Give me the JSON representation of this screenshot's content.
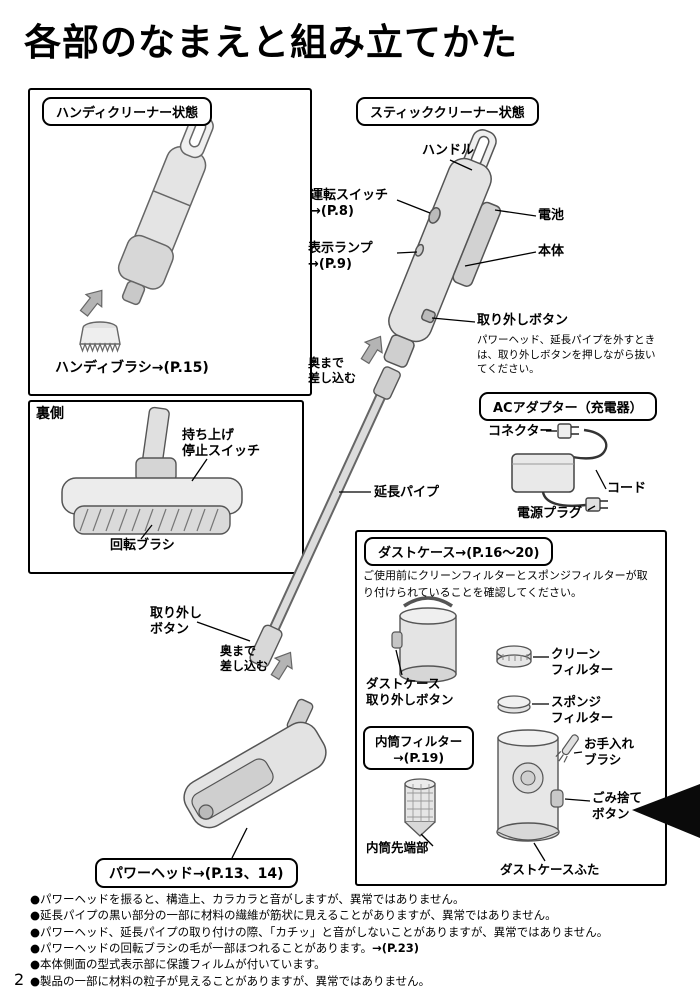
{
  "page": {
    "title": "各部のなまえと組み立てかた",
    "number": "2"
  },
  "handy": {
    "title": "ハンディクリーナー状態",
    "brush_label": "ハンディブラシ→(P.15)"
  },
  "stick": {
    "title": "スティッククリーナー状態",
    "handle": "ハンドル",
    "power_switch": "運転スイッチ\n→(P.8)",
    "indicator_lamp": "表示ランプ\n→(P.9)",
    "battery": "電池",
    "main_body": "本体",
    "release_button": "取り外しボタン",
    "release_note": "パワーヘッド、延長パイプを外すときは、取り外しボタンを押しながら抜いてください。",
    "insert_fully_top": "奥まで\n差し込む",
    "extension_pipe": "延長パイプ",
    "pipe_release_button": "取り外し\nボタン",
    "insert_fully_bottom": "奥まで\n差し込む",
    "power_head_label": "パワーヘッド→(P.13、14)"
  },
  "back_side": {
    "title": "裏側",
    "lift_stop_switch": "持ち上げ\n停止スイッチ",
    "rotating_brush": "回転ブラシ"
  },
  "ac_adapter": {
    "title": "ACアダプター（充電器）",
    "connector": "コネクター",
    "cord": "コード",
    "power_plug": "電源プラグ"
  },
  "dust_case": {
    "title": "ダストケース→(P.16～20)",
    "description": "ご使用前にクリーンフィルターとスポンジフィルターが取り付けられていることを確認してください。",
    "release_button": "ダストケース\n取り外しボタン",
    "clean_filter": "クリーン\nフィルター",
    "sponge_filter": "スポンジ\nフィルター",
    "inner_filter": "内筒フィルター\n→(P.19)",
    "care_brush": "お手入れ\nブラシ",
    "dispose_button": "ごみ捨て\nボタン",
    "inner_tip": "内筒先端部",
    "lid": "ダストケースふた"
  },
  "notes": {
    "items": [
      "●パワーヘッドを振ると、構造上、カラカラと音がしますが、異常ではありません。",
      "●延長パイプの黒い部分の一部に材料の繊維が筋状に見えることがありますが、異常ではありません。",
      "●パワーヘッド、延長パイプの取り付けの際、「カチッ」と音がしないことがありますが、異常ではありません。",
      "●パワーヘッドの回転ブラシの毛が一部ほつれることがあります。",
      "●本体側面の型式表示部に保護フィルムが付いています。",
      "●製品の一部に材料の粒子が見えることがありますが、異常ではありません。"
    ],
    "page_ref": "→(P.23)"
  },
  "colors": {
    "ink": "#000000",
    "illustration_fill": "#e4e4e4",
    "illustration_stroke": "#555555",
    "corner_marker": "#0a0a0a"
  }
}
